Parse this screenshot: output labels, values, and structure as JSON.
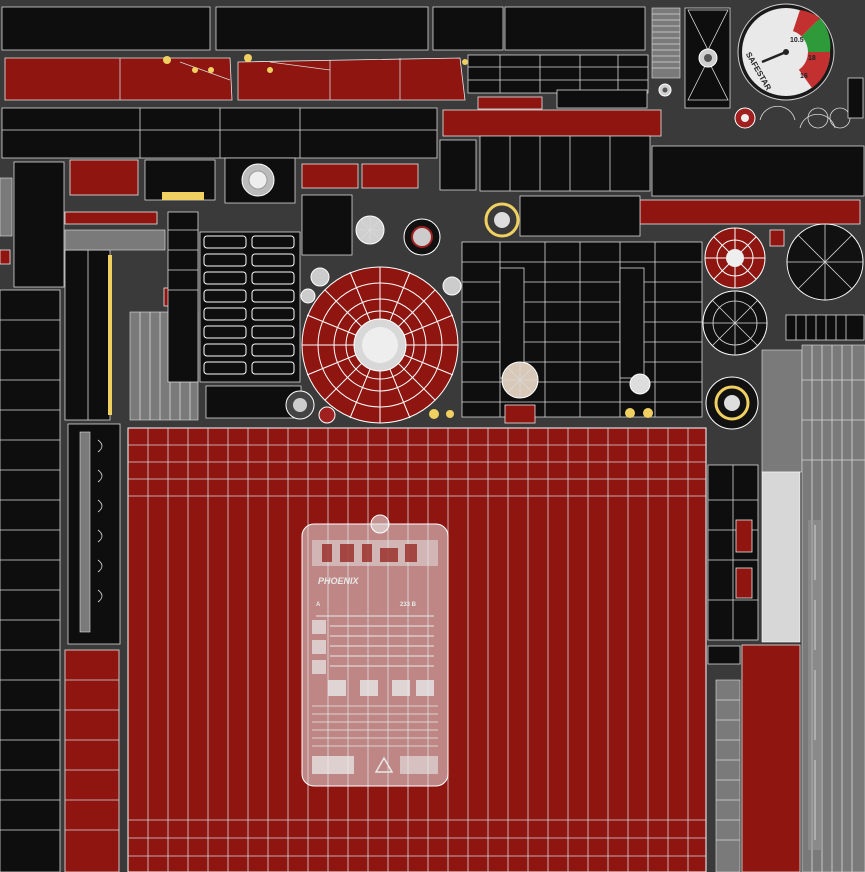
{
  "colors": {
    "background": "#3a3a3a",
    "panel_black": "#0e0e0e",
    "panel_red": "#8e1510",
    "wire_white": "#d9d9d9",
    "wire_red": "#e24a4a",
    "accent_yellow": "#f0d060",
    "gauge_green": "#2e9a3a"
  },
  "gauge": {
    "brand": "SAFESTAR",
    "scale_labels": [
      "10.5",
      "18",
      "16"
    ]
  },
  "label": {
    "brand_latin": "PHOENIX",
    "rating": "233 B",
    "class": "A"
  }
}
